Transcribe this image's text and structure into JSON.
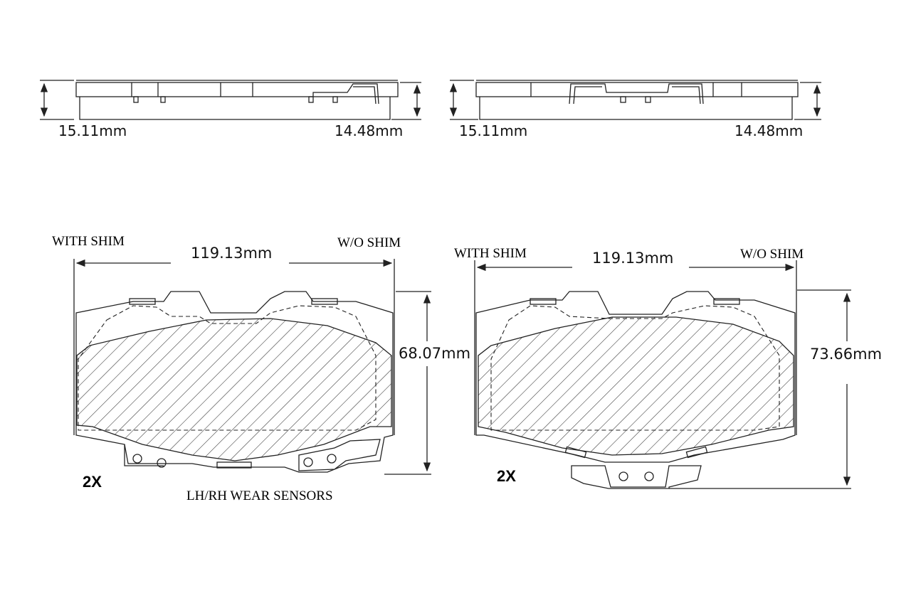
{
  "top_left_view": {
    "left_thickness": "15.11mm",
    "right_thickness": "14.48mm"
  },
  "top_right_view": {
    "left_thickness": "15.11mm",
    "right_thickness": "14.48mm"
  },
  "front_left_view": {
    "with_shim_label": "WITH SHIM",
    "without_shim_label": "W/O SHIM",
    "width": "119.13mm",
    "height": "68.07mm",
    "quantity": "2X",
    "note": "LH/RH WEAR SENSORS"
  },
  "front_right_view": {
    "with_shim_label": "WITH SHIM",
    "without_shim_label": "W/O SHIM",
    "width": "119.13mm",
    "height": "73.66mm",
    "quantity": "2X"
  }
}
